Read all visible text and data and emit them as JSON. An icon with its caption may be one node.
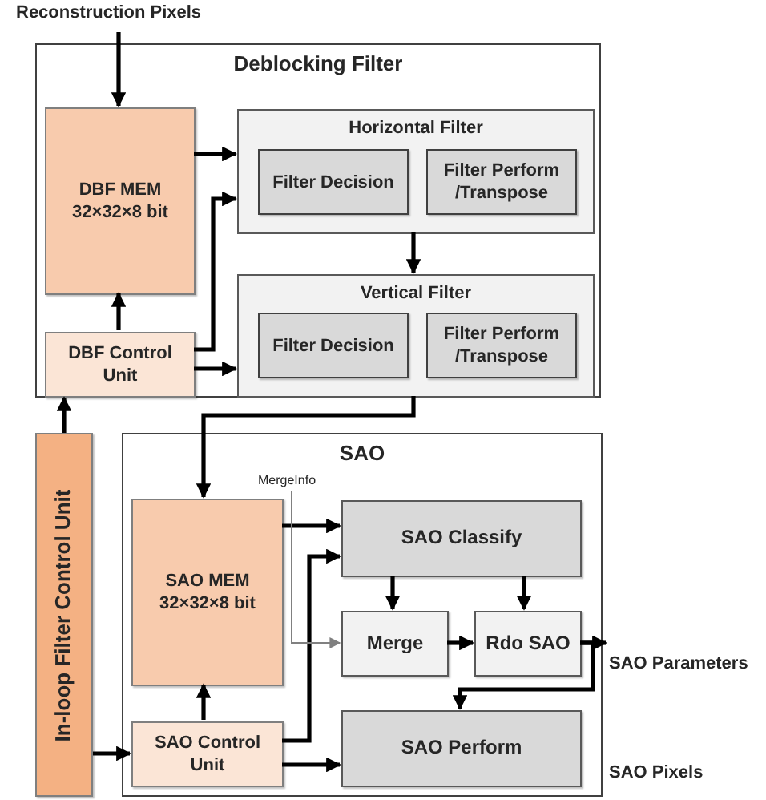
{
  "diagram": {
    "nodes": [
      {
        "text": [
          "Reconstruction Pixels"
        ]
      },
      {
        "text": [
          "Deblocking Filter"
        ]
      },
      {
        "text": [
          "DBF MEM 32×32×8 bit"
        ],
        "in": 1
      },
      {
        "text": [
          "Horizontal Filter"
        ],
        "in": 1
      },
      {
        "text": [
          "Filter Decision"
        ],
        "in": 3
      },
      {
        "text": [
          "Filter Perform /Transpose"
        ],
        "in": 3
      },
      {
        "text": [
          "Vertical Filter"
        ],
        "in": 1
      },
      {
        "text": [
          "Filter Decision"
        ],
        "in": 6
      },
      {
        "text": [
          "Filter Perform /Transpose"
        ],
        "in": 6
      },
      {
        "text": [
          "DBF Control Unit"
        ],
        "in": 1
      },
      {
        "text": [
          "In-loop Filter Control Unit"
        ]
      },
      {
        "text": [
          "SAO"
        ]
      },
      {
        "text": [
          "MergeInfo"
        ],
        "in": 11
      },
      {
        "text": [
          "SAO MEM 32×32×8 bit"
        ],
        "in": 11
      },
      {
        "text": [
          "SAO Classify"
        ],
        "in": 11
      },
      {
        "text": [
          "Merge"
        ],
        "in": 11
      },
      {
        "text": [
          "Rdo SAO"
        ],
        "in": 11
      },
      {
        "text": [
          "SAO Control Unit"
        ],
        "in": 11
      },
      {
        "text": [
          "SAO Perform"
        ],
        "in": 11
      },
      {
        "text": [
          "SAO Parameters"
        ]
      }
    ],
    "edges": [
      {
        "from": 0,
        "to": 2,
        "arrow": "to"
      },
      {
        "from": 2,
        "to": 3,
        "arrow": "to"
      },
      {
        "from": 9,
        "to": 3,
        "arrow": "to"
      },
      {
        "from": 9,
        "to": 6,
        "arrow": "to"
      },
      {
        "from": 9,
        "to": 2,
        "arrow": "to"
      },
      {
        "from": 3,
        "to": 6,
        "arrow": "to"
      },
      {
        "from": 6,
        "to": 13,
        "arrow": "to"
      },
      {
        "from": 10,
        "to": 1,
        "arrow": "to"
      },
      {
        "from": 10,
        "to": 17,
        "arrow": "to"
      },
      {
        "from": 17,
        "to": 13,
        "arrow": "to"
      },
      {
        "from": 13,
        "to": 14,
        "arrow": "to"
      },
      {
        "from": 17,
        "to": 14,
        "arrow": "to"
      },
      {
        "from": 17,
        "to": 18,
        "arrow": "to"
      },
      {
        "from": 14,
        "to": 15,
        "arrow": "to"
      },
      {
        "from": 14,
        "to": 16,
        "arrow": "to"
      },
      {
        "from": 12,
        "to": 15,
        "arrow": "to",
        "color": "#808080"
      },
      {
        "from": 15,
        "to": 16,
        "arrow": "to"
      },
      {
        "from": 16,
        "to": 19,
        "arrow": "to"
      },
      {
        "from": 16,
        "to": 18,
        "arrow": "to"
      }
    ],
    "labels": [
      "SAO Pixels"
    ]
  }
}
